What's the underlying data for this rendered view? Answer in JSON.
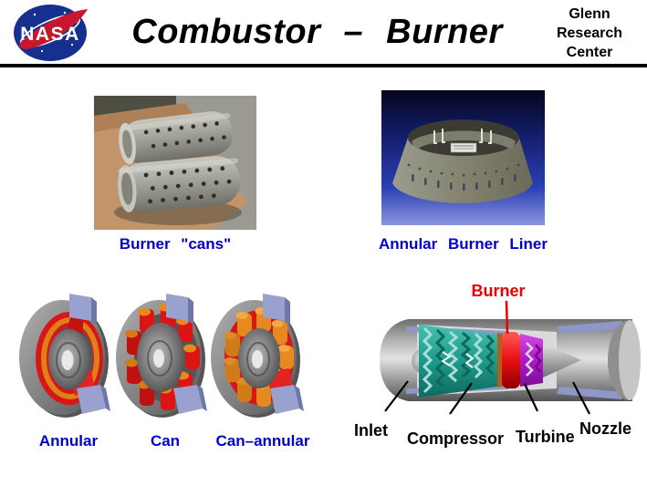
{
  "header": {
    "title": "Combustor – Burner",
    "logo_text": "NASA",
    "org_lines": [
      "Glenn",
      "Research",
      "Center"
    ]
  },
  "photos": {
    "left": {
      "caption": "Burner \"cans\""
    },
    "right": {
      "caption": "Annular Burner Liner"
    }
  },
  "combustor_types": [
    {
      "label": "Annular"
    },
    {
      "label": "Can"
    },
    {
      "label": "Can–annular"
    }
  ],
  "engine_diagram": {
    "burner_label": "Burner",
    "part_labels": [
      {
        "label": "Inlet"
      },
      {
        "label": "Compressor"
      },
      {
        "label": "Turbine"
      },
      {
        "label": "Nozzle"
      }
    ]
  },
  "colors": {
    "label_blue": "#0000cc",
    "burner_red": "#ee0000",
    "nasa_blue": "#16308f",
    "nasa_swoosh_red": "#c9162c",
    "lavender": "#99a1cf",
    "teal_compressor": "#1f9a8a",
    "turbine_purple": "#b018c8"
  }
}
